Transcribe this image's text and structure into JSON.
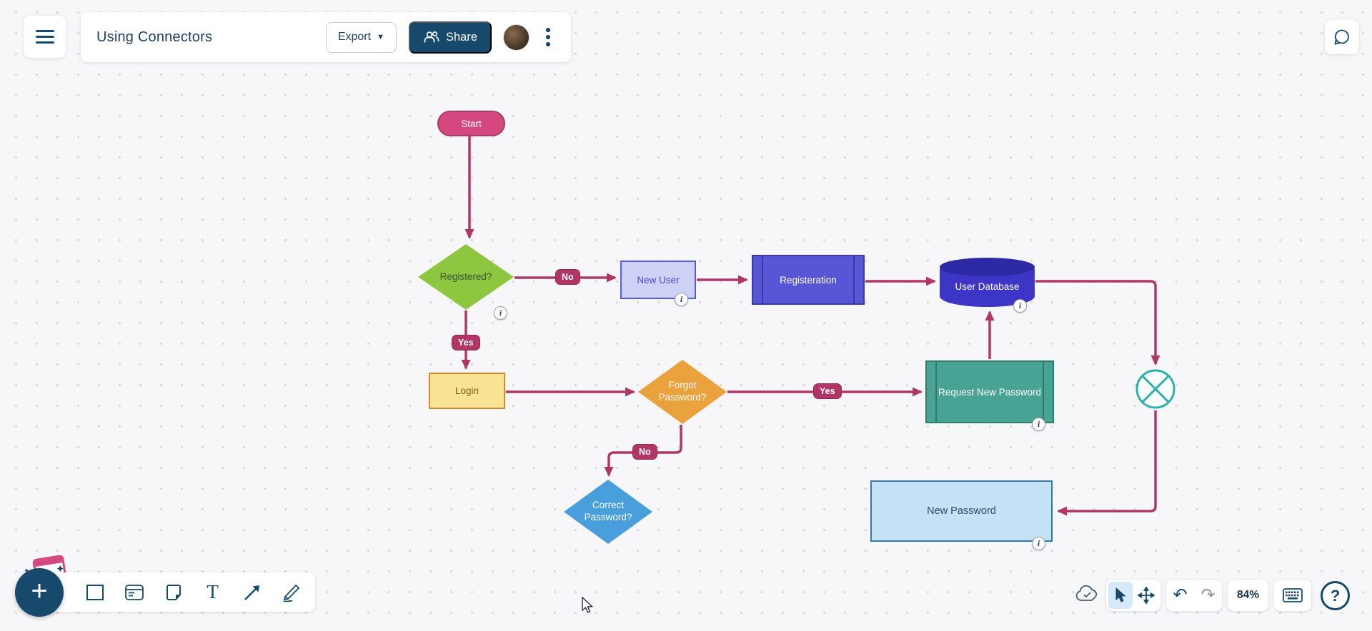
{
  "header": {
    "title": "Using Connectors",
    "export_button": "Export",
    "share_button": "Share"
  },
  "diagram": {
    "nodes": {
      "start": "Start",
      "registered": "Registered?",
      "new_user": "New User",
      "registeration": "Registeration",
      "user_database": "User Database",
      "login": "Login",
      "forgot_password": "Forgot Password?",
      "request_new_password": "Request New Password",
      "correct_password": "Correct Password?",
      "new_password": "New Password"
    },
    "edge_labels": {
      "registered_no": "No",
      "registered_yes": "Yes",
      "forgot_yes": "Yes",
      "forgot_no": "No"
    },
    "info_badge_glyph": "i"
  },
  "toolbar": {
    "plus_glyph": "+",
    "text_tool_glyph": "T"
  },
  "statusbar": {
    "zoom_level": "84%",
    "help_glyph": "?"
  },
  "colors": {
    "accent_navy": "#17496d",
    "connector": "#b13666",
    "canvas_bg": "#f7f7f9",
    "grid_dot": "#d9d9de",
    "start_fill": "#d5487f",
    "start_stroke": "#a93a69",
    "registered_fill": "#8dc63f",
    "registered_text": "#44503c",
    "new_user_fill": "#ced2f7",
    "new_user_stroke": "#5b5be0",
    "new_user_text": "#4646c8",
    "registeration_fill": "#5956d6",
    "registeration_stroke": "#3c39ae",
    "database_fill": "#3c35c6",
    "database_top": "#2d28a4",
    "login_fill": "#f8e293",
    "login_stroke": "#cf8b2e",
    "login_text": "#7b5c22",
    "forgot_fill": "#e9a23c",
    "request_fill": "#49a394",
    "request_stroke": "#2f7c6f",
    "correct_fill": "#499edc",
    "new_password_fill": "#c4e1f6",
    "new_password_stroke": "#3478b5",
    "new_password_text": "#2c4960",
    "junction_stroke": "#29b3ac",
    "tool_highlight": "#d7eaf9"
  }
}
